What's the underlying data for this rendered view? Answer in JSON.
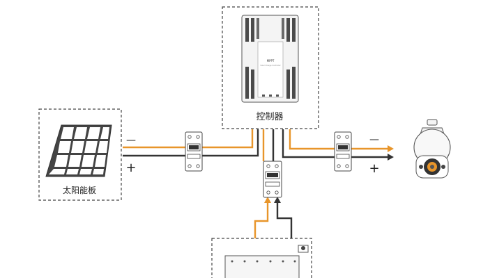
{
  "labels": {
    "controller": "控制器",
    "solar_panel": "太阳能板"
  },
  "signs": {
    "solar_negative": "—",
    "solar_positive": "+",
    "load_negative": "—",
    "load_positive": "+"
  },
  "controller_device": {
    "brand_text": "MPPT",
    "sub_text": "Solar Charge Controller"
  },
  "colors": {
    "positive_wire": "#e8952a",
    "negative_wire": "#333333",
    "dashed_border": "#444444"
  }
}
